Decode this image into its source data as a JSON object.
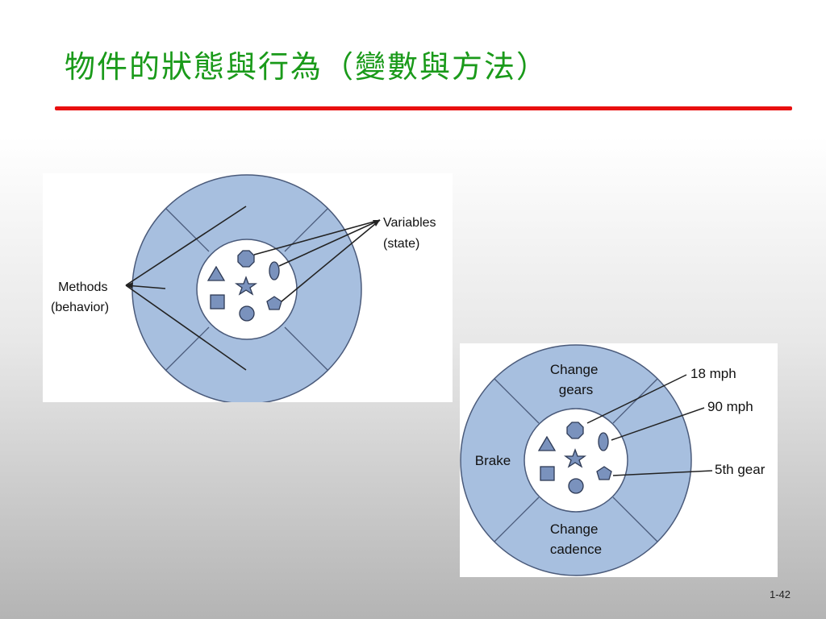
{
  "slide": {
    "title": "物件的狀態與行為（變數與方法）",
    "page_number": "1-42"
  },
  "diagram_generic": {
    "methods_label": [
      "Methods",
      "(behavior)"
    ],
    "variables_label": [
      "Variables",
      "(state)"
    ]
  },
  "diagram_bicycle": {
    "top_sector": [
      "Change",
      "gears"
    ],
    "left_sector": "Brake",
    "bottom_sector": [
      "Change",
      "cadence"
    ],
    "variables": [
      "18 mph",
      "90 mph",
      "5th gear"
    ]
  },
  "colors": {
    "title": "#1a9a1a",
    "rule": "#e81010",
    "outer_fill": "#a7bfdf",
    "stroke": "#4a5a7a",
    "shape_fill": "#7a92bd"
  }
}
